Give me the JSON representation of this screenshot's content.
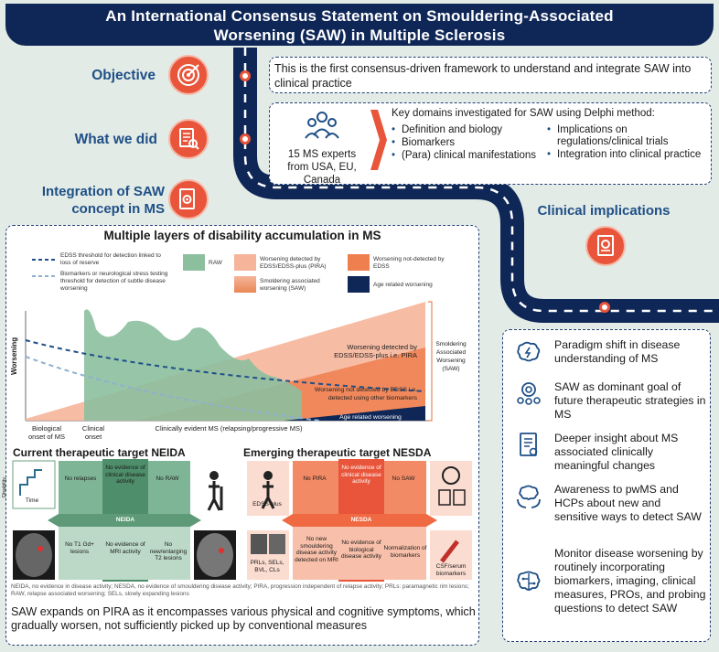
{
  "header": {
    "line1": "An International Consensus Statement on Smouldering-Associated",
    "line2": "Worsening (SAW) in Multiple Sclerosis"
  },
  "sections": {
    "objective": "Objective",
    "what_we_did": "What we did",
    "integration_line1": "Integration of SAW",
    "integration_line2": "concept in MS",
    "clinical_implications": "Clinical implications"
  },
  "objective_text": "This is the first consensus-driven framework to understand and integrate SAW into clinical practice",
  "what_we_did": {
    "experts": [
      "15 MS experts",
      "from USA, EU,",
      "Canada"
    ],
    "domains_heading": "Key domains investigated for SAW using Delphi method:",
    "col1": [
      "Definition and biology",
      "Biomarkers",
      "(Para) clinical manifestations"
    ],
    "col2": [
      "Implications on regulations/clinical trials",
      "Integration into clinical practice"
    ]
  },
  "chart": {
    "title": "Multiple layers of disability accumulation in MS",
    "legend": {
      "edss_threshold": "EDSS threshold for detection linked to loss of reserve",
      "biomarkers_threshold": "Biomarkers or neurological stress testing threshold for detection of subtle disease worsening",
      "raw": "RAW",
      "pira": "Worsening detected by EDSS/EDSS-plus (PIRA)",
      "saw": "Smoldering associated worsening (SAW)",
      "not_detected": "Worsening not-detected by EDSS",
      "age": "Age related worsening"
    },
    "y_label": "Worsening",
    "annotations": {
      "detected": "Worsening detected by EDSS/EDSS-plus i.e. PIRA",
      "not_detected": "Worsening not detected by EDSS i.e. detected using other biomarkers",
      "age": "Age related worsening",
      "saw_side": "Smoldering Associated Worsening (SAW)"
    },
    "x_labels": {
      "bio": "Biological onset of MS",
      "clinical": "Clinical onset",
      "evident": "Clinically evident MS (relapsing/progressive MS)"
    },
    "colors": {
      "raw": "#8cbf9e",
      "pira": "#f6b59a",
      "saw": "#e88756",
      "not_detected": "#ef7f4f",
      "age": "#0f2757",
      "dashed_dark": "#1f4f8a",
      "dashed_light": "#8fb0cf"
    }
  },
  "neida": {
    "title": "Current therapeutic target NEIDA",
    "center": "NEIDA",
    "cells": [
      "Disability",
      "Time",
      "No relapses",
      "No evidence of clinical disease activity",
      "No RAW",
      "No T1 Gd+ lesions",
      "No evidence of MRI activity",
      "No new/enlarging T2 lesions"
    ]
  },
  "nesda": {
    "title": "Emerging therapeutic target NESDA",
    "center": "NESDA",
    "cells": [
      "EDSS-plus",
      "No PIRA",
      "No evidence of clinical disease activity",
      "No SAW",
      "No new smouldering disease activity detected on MRI",
      "No evidence of biological disease activity",
      "Normalization of biomarkers",
      "PRLs, SELs, BVL, CLs",
      "CSF/serum biomarkers"
    ]
  },
  "footnote": "NEIDA, no evidence in disease activity; NESDA, no evidence of smouldering disease activity; PIRA, progression independent of relapse activity; PRLs: paramagnetic rim lesions; RAW, relapse associated worsening; SELs, slowly expanding lesions",
  "summary": "SAW expands on PIRA as it encompasses various physical and cognitive symptoms, which gradually worsen, not sufficiently picked up by conventional measures",
  "implications": [
    {
      "icon": "brain-lightning-icon",
      "text": "Paradigm shift in disease understanding of MS"
    },
    {
      "icon": "target-group-icon",
      "text": "SAW as dominant goal of future therapeutic strategies in MS"
    },
    {
      "icon": "document-insight-icon",
      "text": "Deeper insight about MS associated clinically meaningful changes"
    },
    {
      "icon": "brain-hands-icon",
      "text": "Awareness to pwMS and HCPs about new and sensitive ways to detect SAW"
    },
    {
      "icon": "brain-circuit-icon",
      "text": "Monitor disease worsening by routinely incorporating biomarkers, imaging, clinical measures, PROs, and probing questions to detect SAW"
    }
  ],
  "colors": {
    "navy": "#0f2757",
    "orange": "#e8553a",
    "blue_text": "#1e4f86",
    "bg": "#e3ebe7"
  }
}
